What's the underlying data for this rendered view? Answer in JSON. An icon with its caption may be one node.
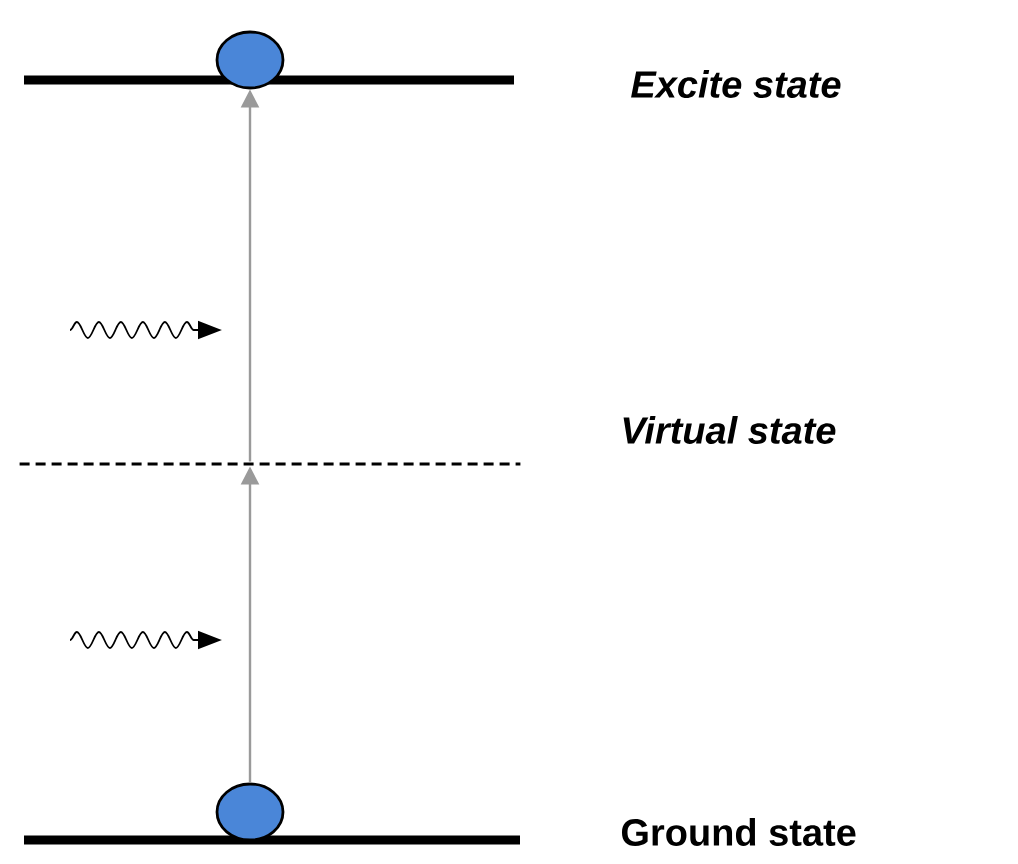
{
  "diagram": {
    "nodes": [
      {
        "text": [],
        "shape": "bar",
        "beside": [
          "Excite state"
        ]
      },
      {
        "text": [],
        "shape": "circle"
      },
      {
        "text": [],
        "shape": "bar",
        "beside": [
          "Virtual state"
        ]
      },
      {
        "text": [],
        "shape": "bar",
        "beside": [
          "Ground state"
        ]
      },
      {
        "text": [],
        "shape": "circle"
      }
    ],
    "edges": [
      {
        "from": 4,
        "to": 2,
        "arrow": "to"
      },
      {
        "from": 2,
        "to": 1,
        "arrow": "to"
      }
    ]
  }
}
